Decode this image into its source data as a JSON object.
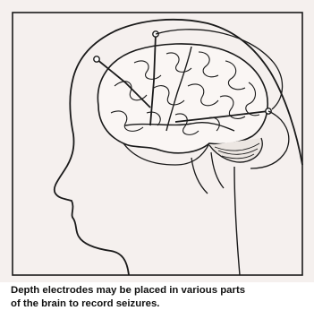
{
  "figure": {
    "caption_lines": [
      "Depth electrodes may be placed in various parts",
      "of the brain to record seizures."
    ]
  },
  "colors": {
    "background": "#f5f0ee",
    "ink": "#1a1a1a",
    "caption_text": "#111111"
  },
  "icons": {
    "head": "head-profile-outline",
    "brain": "brain-drawing",
    "electrodes": "depth-electrode-lines"
  }
}
